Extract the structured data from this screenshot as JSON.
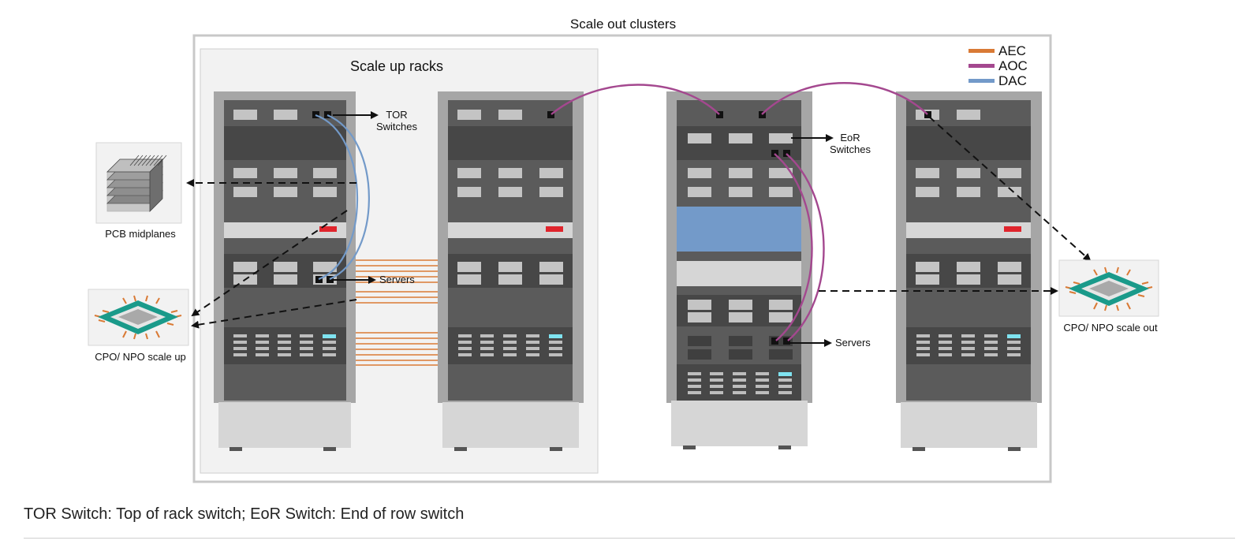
{
  "diagram": {
    "title": "Scale out clusters",
    "inner_title": "Scale up racks",
    "legend": [
      {
        "label": "AEC",
        "color": "#D97A35"
      },
      {
        "label": "AOC",
        "color": "#A4488F"
      },
      {
        "label": "DAC",
        "color": "#739AC9"
      }
    ],
    "labels": {
      "tor_line1": "TOR",
      "tor_line2": "Switches",
      "servers_left": "Servers",
      "eor_line1": "EoR",
      "eor_line2": "Switches",
      "servers_right": "Servers",
      "pcb": "PCB midplanes",
      "cpo_up": "CPO/ NPO scale up",
      "cpo_out": "CPO/ NPO scale out"
    },
    "icons": [
      "pcb-midplane-icon",
      "chip-icon"
    ]
  },
  "footer": {
    "caption": "TOR Switch: Top of rack switch; EoR Switch: End of row switch"
  }
}
